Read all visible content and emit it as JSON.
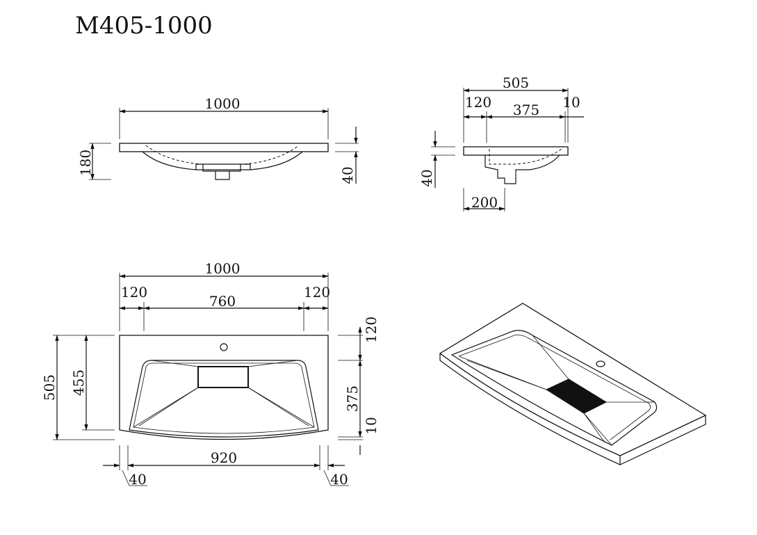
{
  "title": "M405-1000",
  "front_view": {
    "width": "1000",
    "height": "180",
    "top_thickness": "40"
  },
  "side_view": {
    "depth": "505",
    "back_margin": "120",
    "bowl_depth": "375",
    "front_lip": "10",
    "thickness": "40",
    "drain_offset": "200"
  },
  "top_view": {
    "width": "1000",
    "left_margin": "120",
    "bowl_width": "760",
    "right_margin": "120",
    "depth": "505",
    "inner_depth": "455",
    "top_margin": "120",
    "bowl_depth": "375",
    "front_gap": "10",
    "bottom_width": "920",
    "left_offset": "40",
    "right_offset": "40"
  }
}
